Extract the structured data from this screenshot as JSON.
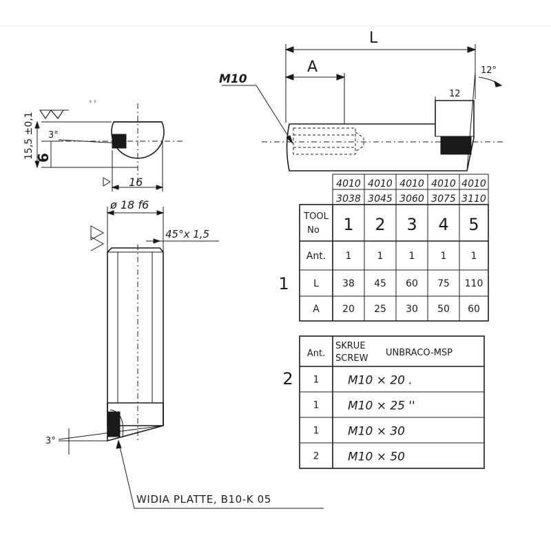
{
  "drawing": {
    "front_view": {
      "dim_height": "15,5 ±0,1",
      "dim_lower": "6",
      "angle": "3°",
      "width": "16"
    },
    "side_view": {
      "diameter": "ø 18 f6",
      "chamfer": "45°x 1,5",
      "angle": "3°"
    },
    "top_view": {
      "thread": "M10",
      "dim_L": "L",
      "dim_A": "A",
      "angle": "12°",
      "dim_12": "12"
    },
    "insert_label": "WIDIA PLATTE,   B10-K 05"
  },
  "part_numbers": [
    {
      "top": "4010",
      "bottom": "3038"
    },
    {
      "top": "4010",
      "bottom": "3045"
    },
    {
      "top": "4010",
      "bottom": "3060"
    },
    {
      "top": "4010",
      "bottom": "3075"
    },
    {
      "top": "4010",
      "bottom": "3110"
    }
  ],
  "table1": {
    "marker": "1",
    "header_line1": "TOOL",
    "header_line2": "No",
    "tool_numbers": [
      "1",
      "2",
      "3",
      "4",
      "5"
    ],
    "rows": [
      {
        "label": "Ant.",
        "values": [
          "1",
          "1",
          "1",
          "1",
          "1"
        ]
      },
      {
        "label": "L",
        "values": [
          "38",
          "45",
          "60",
          "75",
          "110"
        ]
      },
      {
        "label": "A",
        "values": [
          "20",
          "25",
          "30",
          "50",
          "60"
        ]
      }
    ]
  },
  "table2": {
    "marker": "2",
    "col_ant": "Ant.",
    "col_skrue": "SKRUE",
    "col_screw": "SCREW",
    "col_type": "UNBRACO-MSP",
    "rows": [
      {
        "ant": "1",
        "screw": "M10  ×  20 ."
      },
      {
        "ant": "1",
        "screw": "M10  ×  25 ''"
      },
      {
        "ant": "1",
        "screw": "M10  ×  30"
      },
      {
        "ant": "2",
        "screw": "M10  ×  50"
      }
    ]
  },
  "colors": {
    "ink": "#1a1a1a",
    "paper": "#ffffff"
  }
}
